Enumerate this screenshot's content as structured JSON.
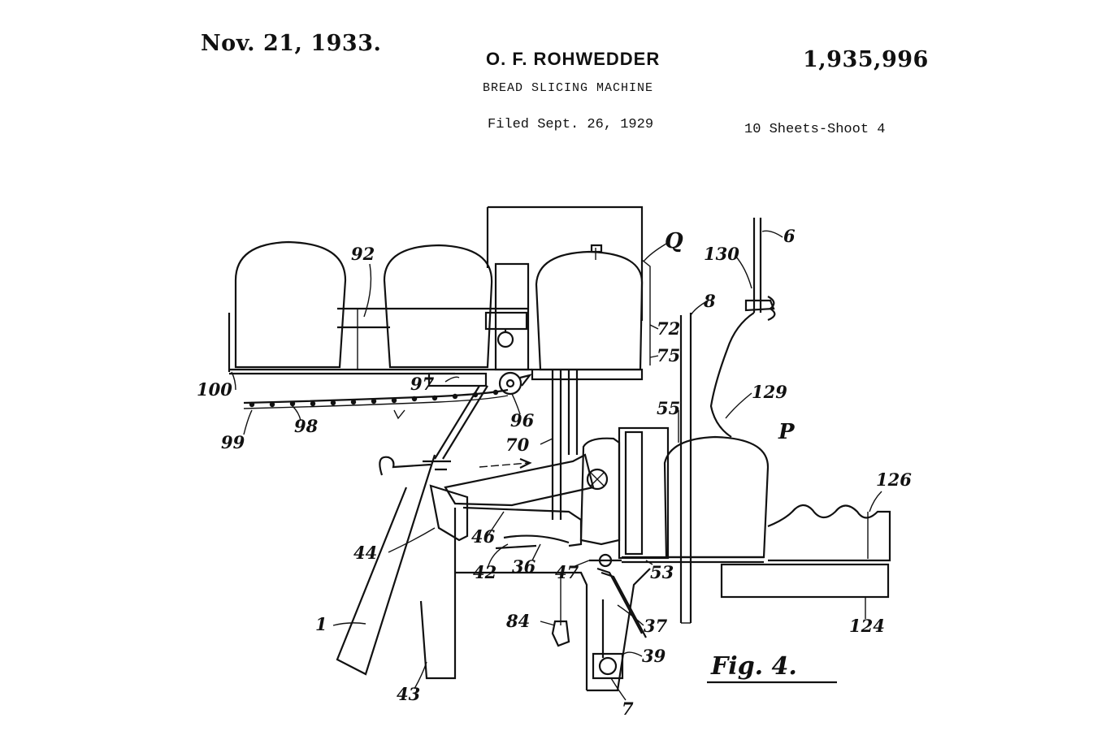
{
  "header": {
    "date": "Nov. 21, 1933.",
    "inventor": "O. F. ROHWEDDER",
    "patent_number": "1,935,996",
    "title": "BREAD SLICING MACHINE",
    "filed": "Filed Sept. 26, 1929",
    "sheets": "10 Sheets-Shoot 4"
  },
  "figure": {
    "label": "Fig. 4.",
    "reference_numerals": [
      "92",
      "Q",
      "6",
      "130",
      "8",
      "72",
      "75",
      "129",
      "100",
      "97",
      "99",
      "98",
      "96",
      "55",
      "70",
      "P",
      "126",
      "44",
      "46",
      "42",
      "36",
      "47",
      "53",
      "1",
      "84",
      "37",
      "39",
      "124",
      "43",
      "7"
    ]
  }
}
